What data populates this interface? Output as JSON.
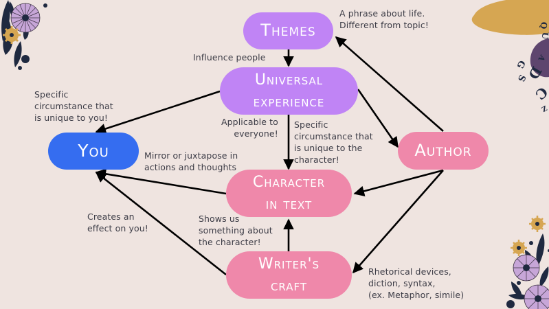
{
  "nodes": {
    "themes": {
      "label": "Themes"
    },
    "universal": {
      "line1": "Universal",
      "line2": "experience"
    },
    "you": {
      "label": "You"
    },
    "author": {
      "label": "Author"
    },
    "character": {
      "line1": "Character",
      "line2": "in text"
    },
    "craft": {
      "line1": "Writer's",
      "line2": "craft"
    }
  },
  "notes": {
    "themes_desc": "A phrase about life.\nDifferent from topic!",
    "influence": "Influence people",
    "specific_you": "Specific\ncircumstance that\nis unique to you!",
    "applicable": "Applicable to\neveryone!",
    "specific_character": "Specific\ncircumstance that\nis unique to the\ncharacter!",
    "mirror": "Mirror or juxtapose in\nactions and thoughts",
    "creates_effect": "Creates an\neffect on you!",
    "shows_us": "Shows us\nsomething about\nthe character!",
    "rhetorical": "Rhetorical devices,\ndiction, syntax,\n(ex. Metaphor, simile)"
  },
  "colors": {
    "background": "#efe4e0",
    "purple": "#c084f5",
    "pink": "#ef88aa",
    "blue": "#356df0",
    "gold": "#d6a652",
    "plum": "#5e456e",
    "navy": "#1f2940",
    "lavender": "#c7a6d8"
  },
  "decor": {
    "corner_letters": "Q U A D C Z G S"
  }
}
